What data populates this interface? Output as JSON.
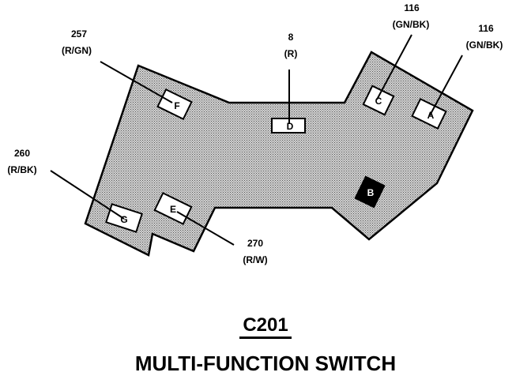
{
  "connector": {
    "id": "C201",
    "name": "MULTI-FUNCTION SWITCH"
  },
  "pins": {
    "A": "A",
    "B": "B",
    "C": "C",
    "D": "D",
    "E": "E",
    "F": "F",
    "G": "G"
  },
  "wires": {
    "f": {
      "circuit": "257",
      "color": "(R/GN)"
    },
    "d": {
      "circuit": "8",
      "color": "(R)"
    },
    "c": {
      "circuit": "116",
      "color": "(GN/BK)"
    },
    "a": {
      "circuit": "116",
      "color": "(GN/BK)"
    },
    "g": {
      "circuit": "260",
      "color": "(R/BK)"
    },
    "e": {
      "circuit": "270",
      "color": "(R/W)"
    }
  }
}
